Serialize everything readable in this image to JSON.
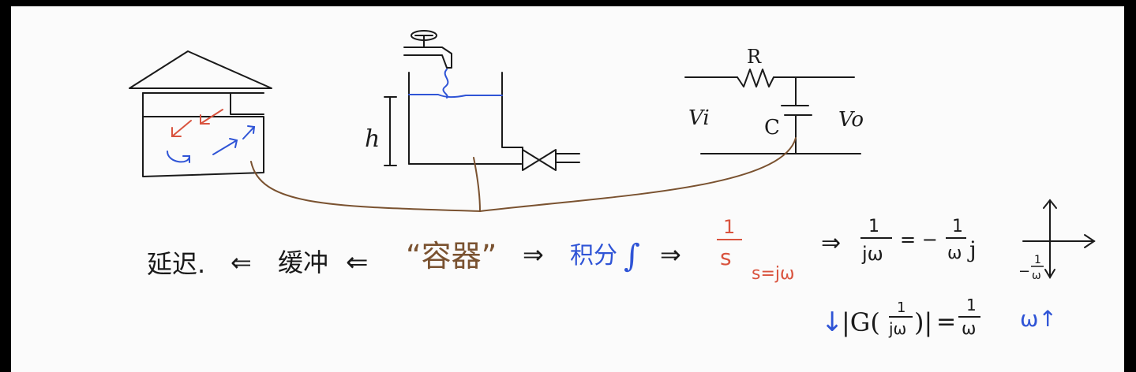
{
  "colors": {
    "ink": "#1a1a1a",
    "red": "#d9533e",
    "blue": "#2f54d6",
    "brown": "#7a5230",
    "board": "#fbfbfb",
    "frame": "#000000"
  },
  "circuit": {
    "resistor_label": "R",
    "capacitor_label": "C",
    "input_label": "Vi",
    "output_label": "Vo"
  },
  "tank": {
    "height_label": "h"
  },
  "chain": {
    "delay": "延迟.",
    "arrow1": "⇐",
    "buffer": "缓冲",
    "arrow2": "⇐",
    "container": "“容器”",
    "arrow3": "⇒",
    "integral_text": "积分",
    "integral_symbol": "∫",
    "arrow4": "⇒",
    "laplace_num": "1",
    "laplace_den": "s",
    "substitution": "s=jω",
    "arrow5": "⇒",
    "freq_num": "1",
    "freq_den": "jω",
    "equals_text": "= −",
    "freq2_num": "1",
    "freq2_den": "ω",
    "freq2_suffix": "j"
  },
  "magnitude": {
    "down_arrow": "↓",
    "lhs_prefix": "|G(",
    "lhs_num": "1",
    "lhs_den": "jω",
    "lhs_suffix": ")|",
    "equals": "=",
    "rhs_num": "1",
    "rhs_den": "ω",
    "omega_up": "ω↑"
  },
  "phasor_plot": {
    "tick_num": "1",
    "tick_den": "ω",
    "tick_sign": "−"
  }
}
